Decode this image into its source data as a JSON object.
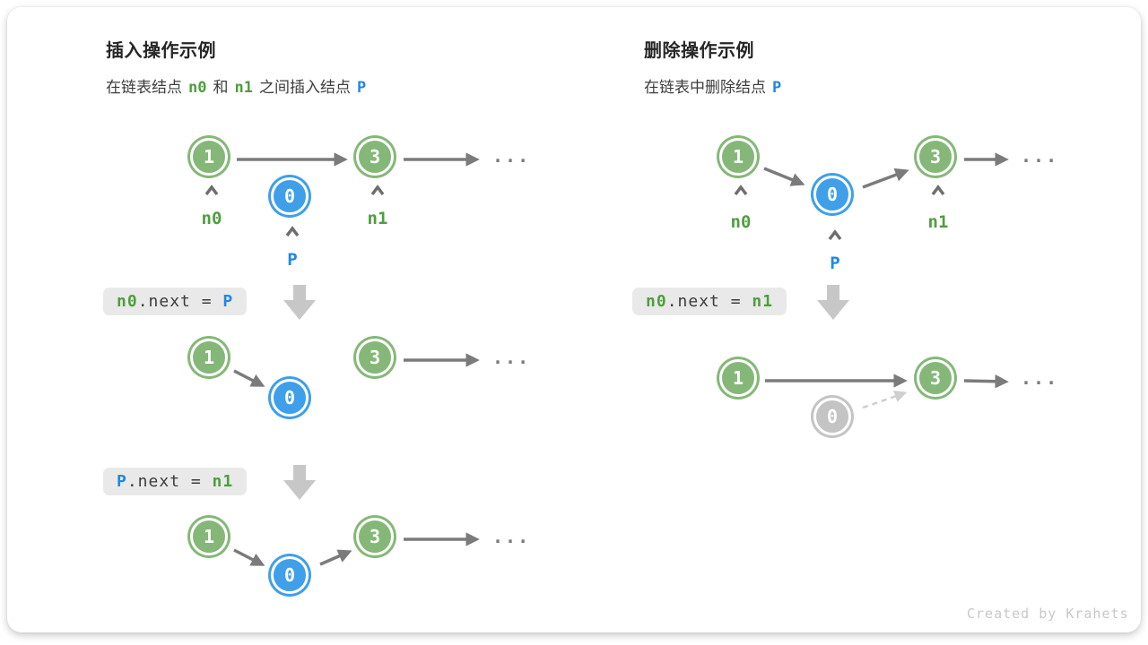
{
  "insert": {
    "title": "插入操作示例",
    "subtitle": {
      "part1": "在链表结点",
      "n0": "n0",
      "part2": "和",
      "n1": "n1",
      "part3": "之间插入结点",
      "p": "P"
    },
    "code1": {
      "lhs": "n0",
      "mid": ".next = ",
      "rhs": "P"
    },
    "code2": {
      "lhs": "P",
      "mid": ".next = ",
      "rhs": "n1"
    }
  },
  "delete": {
    "title": "删除操作示例",
    "subtitle": {
      "part1": "在链表中删除结点",
      "p": "P"
    },
    "code1": {
      "lhs": "n0",
      "mid": ".next = ",
      "rhs": "n1"
    }
  },
  "nodes": {
    "v1": "1",
    "v0": "0",
    "v3": "3"
  },
  "labels": {
    "n0": "n0",
    "n1": "n1",
    "p": "P"
  },
  "ellipsis": "...",
  "footer": "Created by Krahets",
  "colors": {
    "node_green": "#85b878",
    "node_blue": "#3f9fe8",
    "node_gray": "#c4c4c4",
    "arrow_gray": "#7b7b7b",
    "arrow_dashed": "#cfcfcf",
    "text_green": "#4f9e3f",
    "text_blue": "#1e88e5",
    "code_bg": "#e9e9e9"
  }
}
